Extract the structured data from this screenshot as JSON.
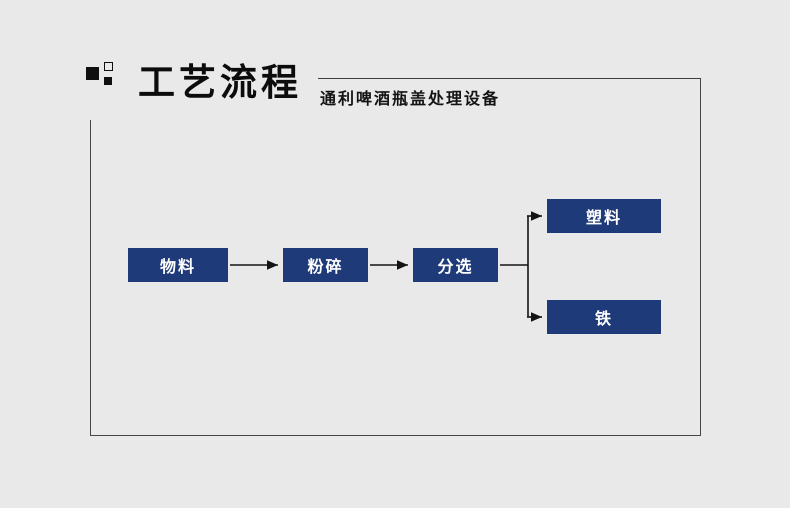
{
  "page": {
    "background": "#e9e9e9"
  },
  "header": {
    "title": "工艺流程",
    "subtitle": "通利啤酒瓶盖处理设备"
  },
  "flow": {
    "box_color": "#1e3a78",
    "line_color": "#141414",
    "nodes": [
      {
        "id": "material",
        "label": "物料"
      },
      {
        "id": "crush",
        "label": "粉碎"
      },
      {
        "id": "sort",
        "label": "分选"
      },
      {
        "id": "plastic",
        "label": "塑料"
      },
      {
        "id": "iron",
        "label": "铁"
      }
    ]
  }
}
